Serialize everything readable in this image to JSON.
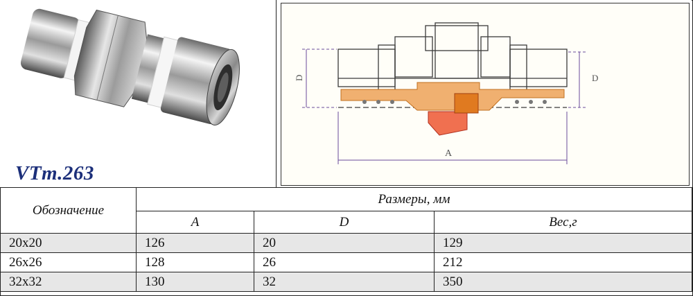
{
  "model_code": "VTm.263",
  "drawing": {
    "dim_a": "A",
    "dim_d": "D"
  },
  "table": {
    "designation_header": "Обозначение",
    "sizes_header": "Размеры, мм",
    "columns": [
      "A",
      "D",
      "Вес,г"
    ],
    "rows": [
      {
        "designation": "20x20",
        "a": "126",
        "d": "20",
        "weight": "129"
      },
      {
        "designation": "26x26",
        "a": "128",
        "d": "26",
        "weight": "212"
      },
      {
        "designation": "32x32",
        "a": "130",
        "d": "32",
        "weight": "350"
      }
    ]
  },
  "colors": {
    "title": "#1c2f7a",
    "fitting_section": "#f0b070",
    "nut_section": "#f07050",
    "outline": "#3a3a3a",
    "dimension": "#6a4a9a"
  }
}
